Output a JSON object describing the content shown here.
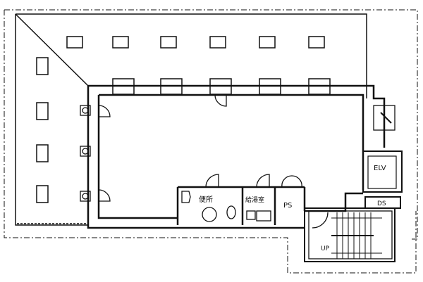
{
  "labels": {
    "toilet": "便所",
    "kitchenette": "給湯室",
    "ps": "PS",
    "elevator": "ELV",
    "ds": "DS",
    "stairs_up": "UP"
  },
  "colors": {
    "line": "#111111",
    "background": "#ffffff"
  }
}
